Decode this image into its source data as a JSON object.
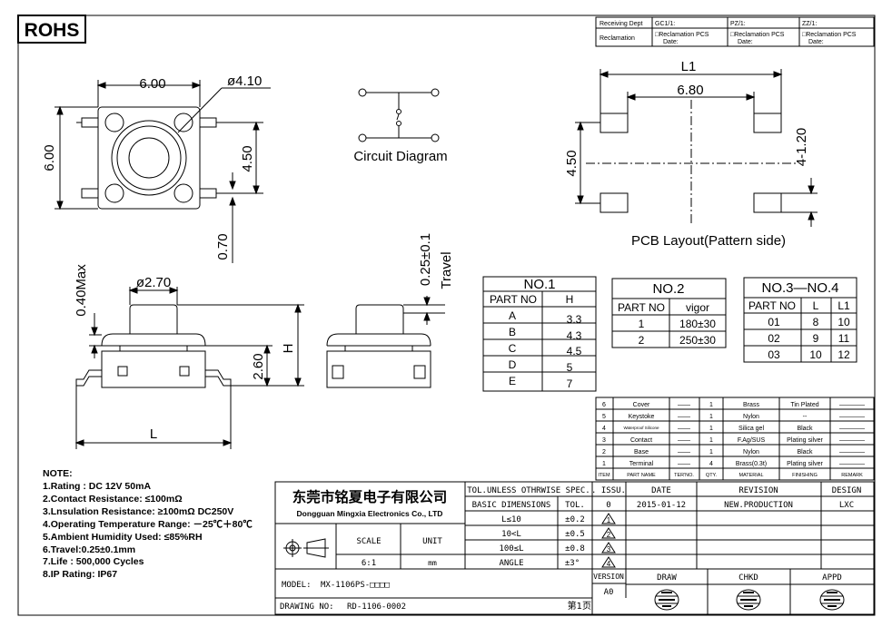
{
  "header": {
    "rohs": "ROHS",
    "receiving_dept": "Receiving Dept",
    "reclamation": "Reclamation",
    "depts": [
      {
        "code": "GC1/1:",
        "check": "□Reclamation  PCS",
        "date": "Date:"
      },
      {
        "code": "PZ/1:",
        "check": "□Reclamation  PCS",
        "date": "Date:"
      },
      {
        "code": "ZZ/1:",
        "check": "□Reclamation  PCS",
        "date": "Date:"
      }
    ]
  },
  "top_view": {
    "width": "6.00",
    "cap_dia": "ø4.10",
    "height": "6.00",
    "pin_pitch": "4.50",
    "pin_width": "0.70"
  },
  "circuit": {
    "label": "Circuit Diagram"
  },
  "pcb": {
    "l1": "L1",
    "pitch_x": "6.80",
    "pitch_y": "4.50",
    "pad": "4-1.20",
    "label": "PCB Layout(Pattern side)"
  },
  "side_view": {
    "height_max": "0.40Max",
    "stem_dia": "ø2.70",
    "body_h": "2.60",
    "h": "H",
    "l": "L",
    "travel_tol": "0.25±0.1",
    "travel": "Travel"
  },
  "table1": {
    "title": "NO.1",
    "head": [
      "PART NO",
      "H"
    ],
    "rows": [
      [
        "A",
        "3.3"
      ],
      [
        "B",
        "4.3"
      ],
      [
        "C",
        "4.5"
      ],
      [
        "D",
        "5"
      ],
      [
        "E",
        "7"
      ]
    ]
  },
  "table2": {
    "title": "NO.2",
    "head": [
      "PART NO",
      "vigor"
    ],
    "rows": [
      [
        "1",
        "180±30"
      ],
      [
        "2",
        "250±30"
      ]
    ]
  },
  "table3": {
    "title": "NO.3—NO.4",
    "head": [
      "PART NO",
      "L",
      "L1"
    ],
    "rows": [
      [
        "01",
        "8",
        "10"
      ],
      [
        "02",
        "9",
        "11"
      ],
      [
        "03",
        "10",
        "12"
      ]
    ]
  },
  "bom": {
    "rows": [
      [
        "6",
        "Cover",
        "——",
        "1",
        "Brass",
        "Tin Plated",
        "————"
      ],
      [
        "5",
        "Keystoke",
        "——",
        "1",
        "Nylon",
        "--",
        "————"
      ],
      [
        "4",
        "Waterproof Silicone",
        "——",
        "1",
        "Silica gel",
        "Black",
        "————"
      ],
      [
        "3",
        "Contact",
        "——",
        "1",
        "F.Ag/SUS",
        "Plating silver",
        "————"
      ],
      [
        "2",
        "Base",
        "——",
        "1",
        "Nylon",
        "Black",
        "————"
      ],
      [
        "1",
        "Terminal",
        "——",
        "4",
        "Brass(0.3t)",
        "Plating silver",
        "————"
      ]
    ],
    "head": [
      "ITEM",
      "PART NAME",
      "TER'NO.",
      "QTY.",
      "MATERIAL",
      "FINISHING",
      "REMARK"
    ]
  },
  "notes": {
    "title": "NOTE:",
    "items": [
      "1.Rating : DC 12V 50mA",
      "2.Contact Resistance: ≤100mΩ",
      "3.Lnsulation Resistance: ≥100mΩ DC250V",
      "4.Operating Temperature Range: －25℃＋80℃",
      "5.Ambient Humidity Used: ≤85%RH",
      "6.Travel:0.25±0.1mm",
      "7.Life : 500,000 Cycles",
      "8.IP Rating:  IP67"
    ]
  },
  "title_block": {
    "company_cn": "东莞市铭夏电子有限公司",
    "company_en": "Dongguan Mingxia Electronics Co., LTD",
    "tol_head": "TOL.UNLESS OTHRWISE SPEC.",
    "basic_dim": "BASIC DIMENSIONS",
    "tol": "TOL.",
    "tol_rows": [
      [
        "L≤10",
        "±0.2"
      ],
      [
        "10<L",
        "±0.5"
      ],
      [
        "100≤L",
        "±0.8"
      ],
      [
        "ANGLE",
        "±3°"
      ]
    ],
    "scale_label": "SCALE",
    "unit_label": "UNIT",
    "scale_value": "6:1",
    "unit_value": "mm",
    "model_label": "MODEL:",
    "model_value": "MX-1106PS-□□□□",
    "drawing_label": "DRAWING NO:",
    "drawing_value": "RD-1106-0002",
    "page": "第1页",
    "issu_head": ". ISSU.",
    "date_head": "DATE",
    "revision_head": "REVISION",
    "design_head": "DESIGN",
    "issu": "0",
    "date": "2015-01-12",
    "revision": "NEW.PRODUCTION",
    "design": "LXC",
    "rev_marks": [
      "1",
      "2",
      "3",
      "4"
    ],
    "version_label": "VERSION",
    "version_value": "A0",
    "draw": "DRAW",
    "chkd": "CHKD",
    "appd": "APPD"
  }
}
